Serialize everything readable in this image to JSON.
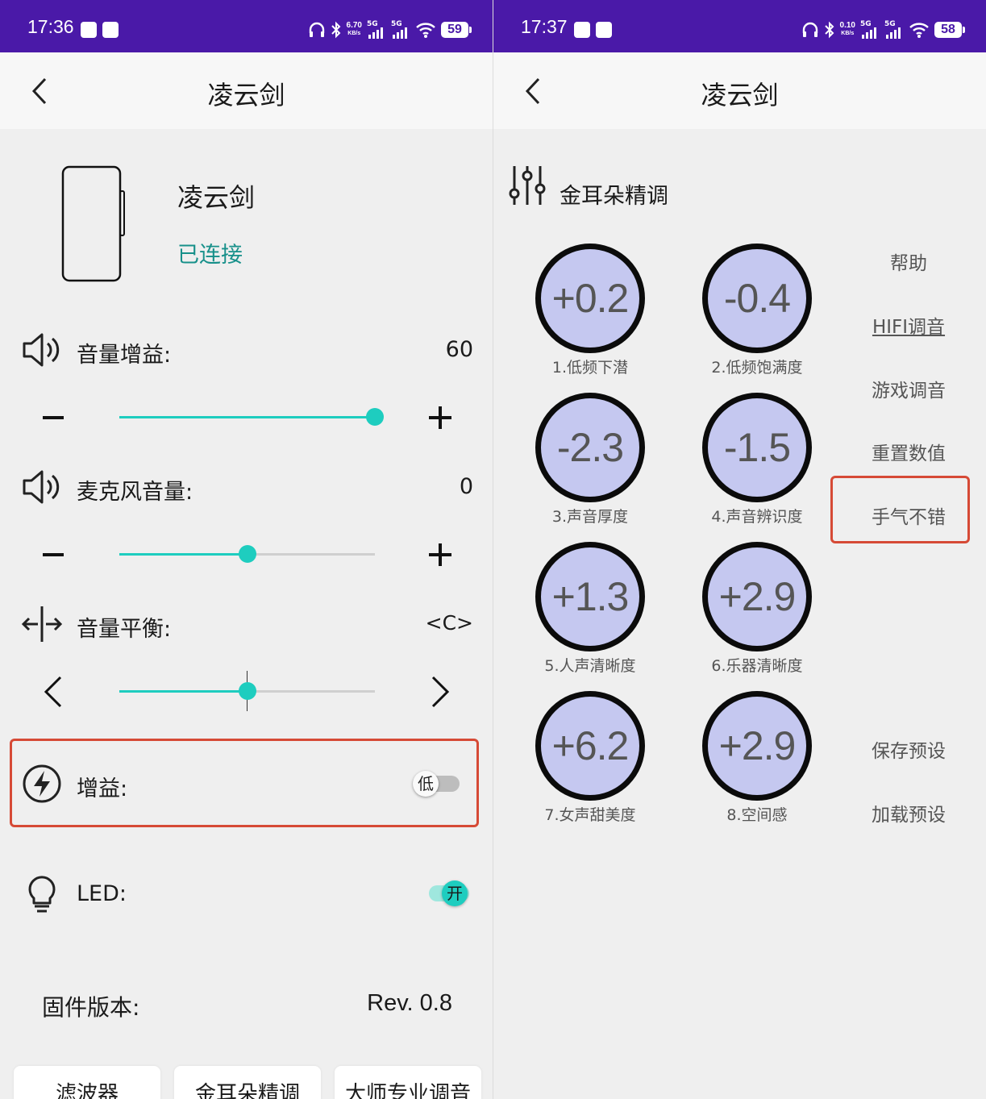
{
  "left": {
    "status": {
      "time": "17:36",
      "speed_value": "6.70",
      "speed_unit": "KB/s",
      "net1": "5G",
      "net2": "5G",
      "battery": "59"
    },
    "title": "凌云剑",
    "device": {
      "name": "凌云剑",
      "status": "已连接"
    },
    "volume_gain": {
      "label": "音量增益:",
      "value": "60",
      "level": 1.0
    },
    "mic_volume": {
      "label": "麦克风音量:",
      "value": "0",
      "level": 0.5
    },
    "balance": {
      "label": "音量平衡:",
      "value": "<C>",
      "level": 0.5
    },
    "gain": {
      "label": "增益:",
      "toggle_text": "低"
    },
    "led": {
      "label": "LED:",
      "toggle_text": "开"
    },
    "firmware": {
      "label": "固件版本:",
      "value": "Rev. 0.8"
    },
    "tabs": [
      "滤波器",
      "金耳朵精调",
      "大师专业调音"
    ]
  },
  "right": {
    "status": {
      "time": "17:37",
      "speed_value": "0.10",
      "speed_unit": "KB/s",
      "net1": "5G",
      "net2": "5G",
      "battery": "58"
    },
    "title": "凌云剑",
    "section_title": "金耳朵精调",
    "knobs": [
      {
        "value": "+0.2",
        "label": "1.低频下潜"
      },
      {
        "value": "-0.4",
        "label": "2.低频饱满度"
      },
      {
        "value": "-2.3",
        "label": "3.声音厚度"
      },
      {
        "value": "-1.5",
        "label": "4.声音辨识度"
      },
      {
        "value": "+1.3",
        "label": "5.人声清晰度"
      },
      {
        "value": "+2.9",
        "label": "6.乐器清晰度"
      },
      {
        "value": "+6.2",
        "label": "7.女声甜美度"
      },
      {
        "value": "+2.9",
        "label": "8.空间感"
      }
    ],
    "menu": {
      "help": "帮助",
      "hifi": "HIFI调音",
      "game": "游戏调音",
      "reset": "重置数值",
      "lucky": "手气不错",
      "save": "保存预设",
      "load": "加载预设"
    }
  },
  "colors": {
    "statusbar": "#4a19a8",
    "accent": "#1ecdbf",
    "connected": "#17908a",
    "highlight": "#d64a36",
    "knob_fill": "#c5c8f0"
  }
}
